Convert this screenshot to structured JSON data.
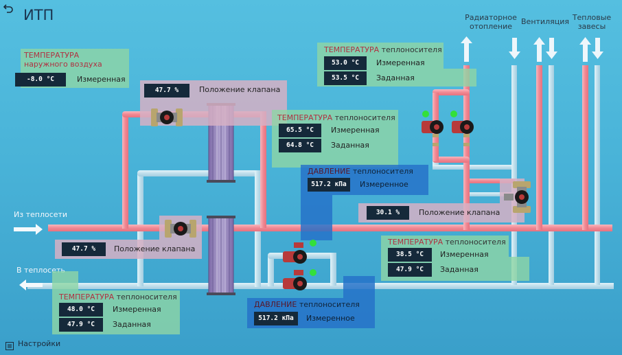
{
  "header": {
    "back_icon": "back-arrow-icon",
    "title": "ИТП"
  },
  "footer": {
    "settings_icon": "menu-list-icon",
    "settings_label": "Настройки"
  },
  "io": {
    "inlet_label": "Из теплосети",
    "outlet_label": "В теплосеть"
  },
  "consumers": [
    {
      "label": "Радиаторное отопление"
    },
    {
      "label": "Вентиляция"
    },
    {
      "label": "Тепловые завесы"
    }
  ],
  "outdoor_temp": {
    "title_main": "ТЕМПЕРАТУРА",
    "title_sub": "наружного воздуха",
    "value": "-8.0 °C",
    "label": "Измеренная"
  },
  "valve_top": {
    "value": "47.7 %",
    "label": "Положение клапана"
  },
  "valve_mid": {
    "value": "47.7 %",
    "label": "Положение клапана"
  },
  "valve_right": {
    "value": "30.1 %",
    "label": "Положение клапана"
  },
  "temp_hx1": {
    "title_main": "ТЕМПЕРАТУРА",
    "title_sub": "теплоносителя",
    "measured": "65.5 °C",
    "measured_label": "Измеренная",
    "setpoint": "64.8 °C",
    "setpoint_label": "Заданная"
  },
  "temp_top_right": {
    "title_main": "ТЕМПЕРАТУРА",
    "title_sub": "теплоносителя",
    "measured": "53.0 °C",
    "measured_label": "Измеренная",
    "setpoint": "53.5 °C",
    "setpoint_label": "Заданная"
  },
  "temp_mid_right": {
    "title_main": "ТЕМПЕРАТУРА",
    "title_sub": "теплоносителя",
    "measured": "38.5 °C",
    "measured_label": "Измеренная",
    "setpoint": "47.9 °C",
    "setpoint_label": "Заданная"
  },
  "temp_bottom_left": {
    "title_main": "ТЕМПЕРАТУРА",
    "title_sub": "теплоносителя",
    "measured": "48.0 °C",
    "measured_label": "Измеренная",
    "setpoint": "47.9 °C",
    "setpoint_label": "Заданная"
  },
  "pressure_top": {
    "title_main": "ДАВЛЕНИЕ",
    "title_sub": "теплоносителя",
    "value": "517.2 кПа",
    "label": "Измеренное"
  },
  "pressure_bottom": {
    "title_main": "ДАВЛЕНИЕ",
    "title_sub": "теплоносителя",
    "value": "517.2 кПа",
    "label": "Измеренное"
  },
  "colors": {
    "hot_pipe": "#f2939c",
    "cold_pipe": "#c4e2ee",
    "status_on": "#33e03a",
    "pump": "#b83a3a",
    "value_bg": "#15293a"
  }
}
